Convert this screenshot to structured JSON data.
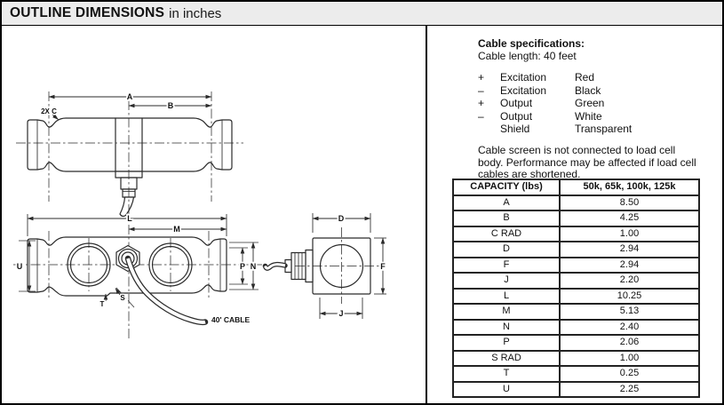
{
  "title": {
    "main": "OUTLINE DIMENSIONS",
    "suffix": "in inches"
  },
  "colors": {
    "title_bar_bg": "#ececec",
    "border": "#000000",
    "drawing_line": "#2b2b2b"
  },
  "cable_specs": {
    "heading": "Cable specifications:",
    "length_line": "Cable length: 40 feet",
    "wires": [
      {
        "sign": "+",
        "name": "Excitation",
        "color": "Red"
      },
      {
        "sign": "–",
        "name": "Excitation",
        "color": "Black"
      },
      {
        "sign": "+",
        "name": "Output",
        "color": "Green"
      },
      {
        "sign": "–",
        "name": "Output",
        "color": "White"
      },
      {
        "sign": "",
        "name": "Shield",
        "color": "Transparent"
      }
    ],
    "note": "Cable screen is not connected to load cell body. Performance may be affected if load cell cables are shortened."
  },
  "dimensions_table": {
    "headers": [
      "CAPACITY (lbs)",
      "50k, 65k, 100k, 125k"
    ],
    "rows": [
      [
        "A",
        "8.50"
      ],
      [
        "B",
        "4.25"
      ],
      [
        "C RAD",
        "1.00"
      ],
      [
        "D",
        "2.94"
      ],
      [
        "F",
        "2.94"
      ],
      [
        "J",
        "2.20"
      ],
      [
        "L",
        "10.25"
      ],
      [
        "M",
        "5.13"
      ],
      [
        "N",
        "2.40"
      ],
      [
        "P",
        "2.06"
      ],
      [
        "S RAD",
        "1.00"
      ],
      [
        "T",
        "0.25"
      ],
      [
        "U",
        "2.25"
      ]
    ]
  },
  "drawings": {
    "side_view": {
      "dim_a": "A",
      "dim_b": "B",
      "dim_c": "2X C"
    },
    "plan_view": {
      "dim_l": "L",
      "dim_m": "M",
      "dim_u": "U",
      "dim_p": "P",
      "dim_n": "N",
      "dim_t": "T",
      "dim_s": "S",
      "cable_note": "40' CABLE"
    },
    "end_view": {
      "dim_d": "D",
      "dim_f": "F",
      "dim_j": "J"
    }
  }
}
